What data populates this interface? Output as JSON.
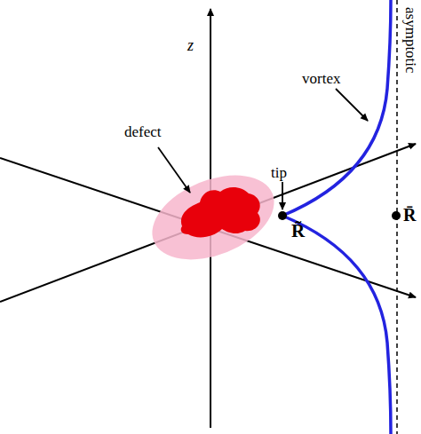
{
  "diagram": {
    "labels": [
      "z",
      "defect",
      "tip",
      "vortex",
      "asymptotic",
      "R̃",
      "R̄"
    ]
  }
}
